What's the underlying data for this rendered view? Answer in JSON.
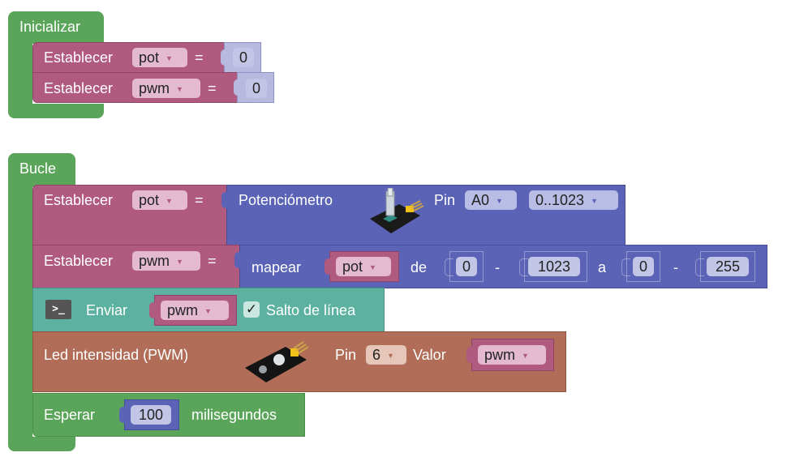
{
  "init_block": {
    "title": "Inicializar",
    "statements": [
      {
        "label": "Establecer",
        "variable": "pot",
        "equals": "=",
        "value": "0"
      },
      {
        "label": "Establecer",
        "variable": "pwm",
        "equals": "=",
        "value": "0"
      }
    ]
  },
  "loop_block": {
    "title": "Bucle",
    "set_pot": {
      "label": "Establecer",
      "variable": "pot",
      "equals": "=",
      "sensor": {
        "label": "Potenciómetro",
        "pin_label": "Pin",
        "pin": "A0",
        "range": "0..1023",
        "image": "potentiometer-module"
      }
    },
    "set_pwm": {
      "label": "Establecer",
      "variable": "pwm",
      "equals": "=",
      "map": {
        "label": "mapear",
        "variable": "pot",
        "from_label": "de",
        "from_low": "0",
        "dash1": "-",
        "from_high": "1023",
        "to_label": "a",
        "to_low": "0",
        "dash2": "-",
        "to_high": "255"
      }
    },
    "serial": {
      "icon": "terminal-icon",
      "icon_text": ">_",
      "label": "Enviar",
      "variable": "pwm",
      "checkbox_checked": true,
      "checkbox_mark": "✓",
      "checkbox_label": "Salto de línea"
    },
    "led": {
      "label": "Led intensidad (PWM)",
      "image": "led-module",
      "pin_label": "Pin",
      "pin": "6",
      "value_label": "Valor",
      "variable": "pwm"
    },
    "wait": {
      "label": "Esperar",
      "value": "100",
      "unit": "milisegundos"
    }
  },
  "colors": {
    "control": "#5ba55b",
    "variables": "#b05a80",
    "sensor": "#5a63b5",
    "serial": "#5cb1a0",
    "actuator": "#b16d57",
    "number": "#b7b9de"
  }
}
